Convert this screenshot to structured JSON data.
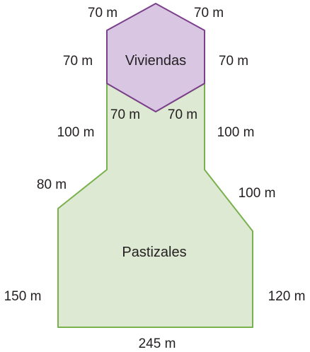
{
  "regions": {
    "housing": {
      "label": "Viviendas",
      "fill": "#d9c6e2",
      "stroke": "#7b3f8c"
    },
    "pasture": {
      "label": "Pastizales",
      "fill": "#dde9d2",
      "stroke": "#79b14d"
    }
  },
  "measurements": {
    "hex_top_left": "70 m",
    "hex_top_right": "70 m",
    "hex_left": "70 m",
    "hex_right": "70 m",
    "hex_bottom_left": "70 m",
    "hex_bottom_right": "70 m",
    "neck_left": "100 m",
    "neck_right": "100 m",
    "shoulder_left": "80 m",
    "shoulder_right": "100 m",
    "side_left": "150 m",
    "side_right": "120 m",
    "base": "245 m"
  }
}
